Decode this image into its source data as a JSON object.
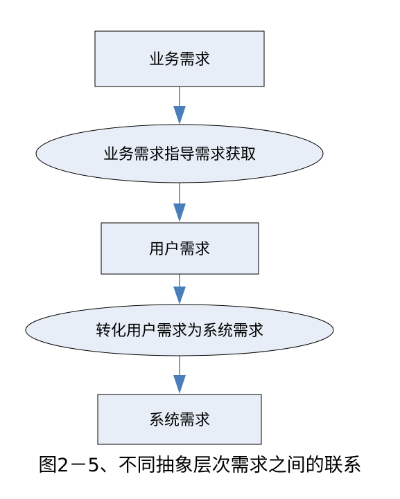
{
  "diagram": {
    "nodes": [
      {
        "id": "business-requirements",
        "shape": "rectangle",
        "label": "业务需求"
      },
      {
        "id": "elicitation-step",
        "shape": "ellipse",
        "label": "业务需求指导需求获取"
      },
      {
        "id": "user-requirements",
        "shape": "rectangle",
        "label": "用户需求"
      },
      {
        "id": "conversion-step",
        "shape": "ellipse",
        "label": "转化用户需求为系统需求"
      },
      {
        "id": "system-requirements",
        "shape": "rectangle",
        "label": "系统需求"
      }
    ],
    "colors": {
      "node_fill": "#E8EEF7",
      "node_stroke": "#000000",
      "arrow": "#4A7EBB",
      "text": "#000000"
    }
  },
  "caption": "图2－5、不同抽象层次需求之间的联系"
}
